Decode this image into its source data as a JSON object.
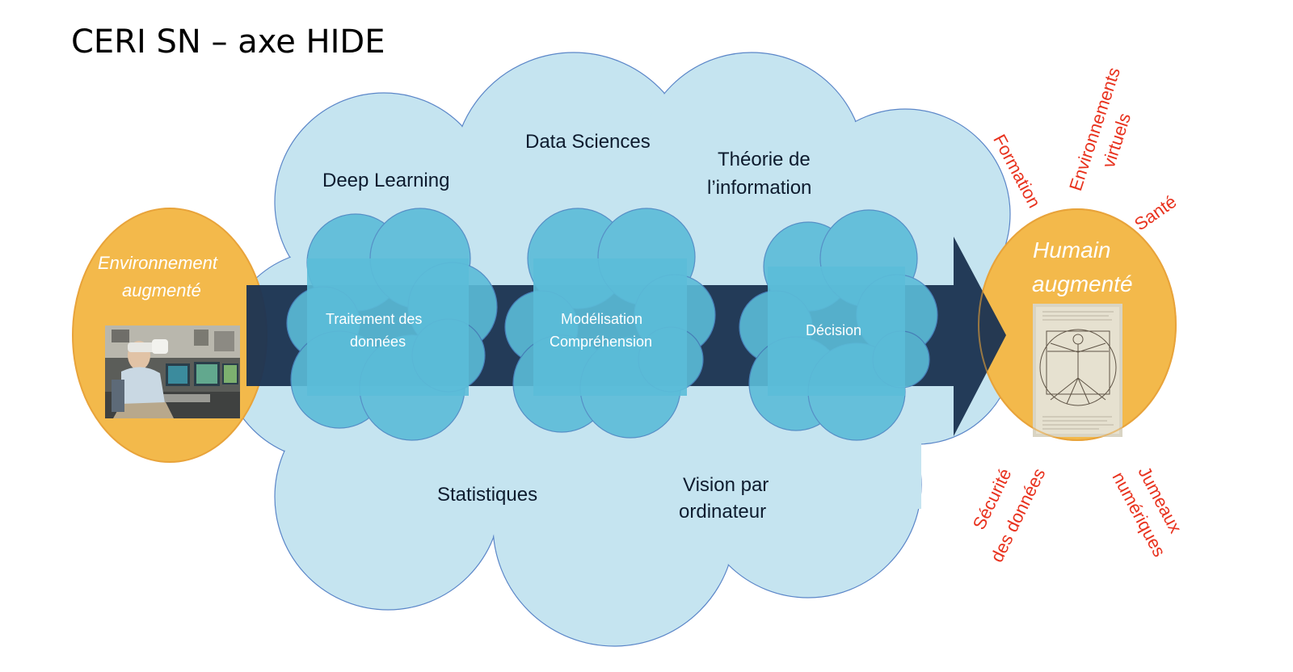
{
  "title": "CERI SN – axe HIDE",
  "big_cloud": {
    "labels": {
      "data_sciences": "Data Sciences",
      "deep_learning": "Deep Learning",
      "theorie_line1": "Théorie de",
      "theorie_line2": "l’information",
      "statistiques": "Statistiques",
      "vision_line1": "Vision par",
      "vision_line2": "ordinateur"
    }
  },
  "pipeline": {
    "steps": [
      {
        "line1": "Traitement des",
        "line2": "données"
      },
      {
        "line1": "Modélisation",
        "line2": "Compréhension"
      },
      {
        "line1": "Décision",
        "line2": ""
      }
    ]
  },
  "left_ellipse": {
    "line1": "Environnement",
    "line2": "augmenté",
    "photo": "vr-operator-photo"
  },
  "right_ellipse": {
    "line1": "Humain",
    "line2": "augmenté",
    "image": "vitruvian-man-drawing"
  },
  "applications": {
    "formation": "Formation",
    "env_line1": "Environnements",
    "env_line2": "virtuels",
    "sante": "Santé",
    "securite_line1": "Sécurité",
    "securite_line2": "des données",
    "jumeaux_line1": "Jumeaux",
    "jumeaux_line2": "numériques"
  },
  "colors": {
    "big_cloud_fill": "#c5e4f0",
    "cloud_stroke": "#5b86c8",
    "step_cloud_fill": "#5bbcd8",
    "arrow": "#1e3553",
    "ellipse_fill": "#f3b94b",
    "ellipse_stroke": "#e8a33a",
    "application_text": "#e8321e",
    "label_text": "#0d1b2e"
  }
}
